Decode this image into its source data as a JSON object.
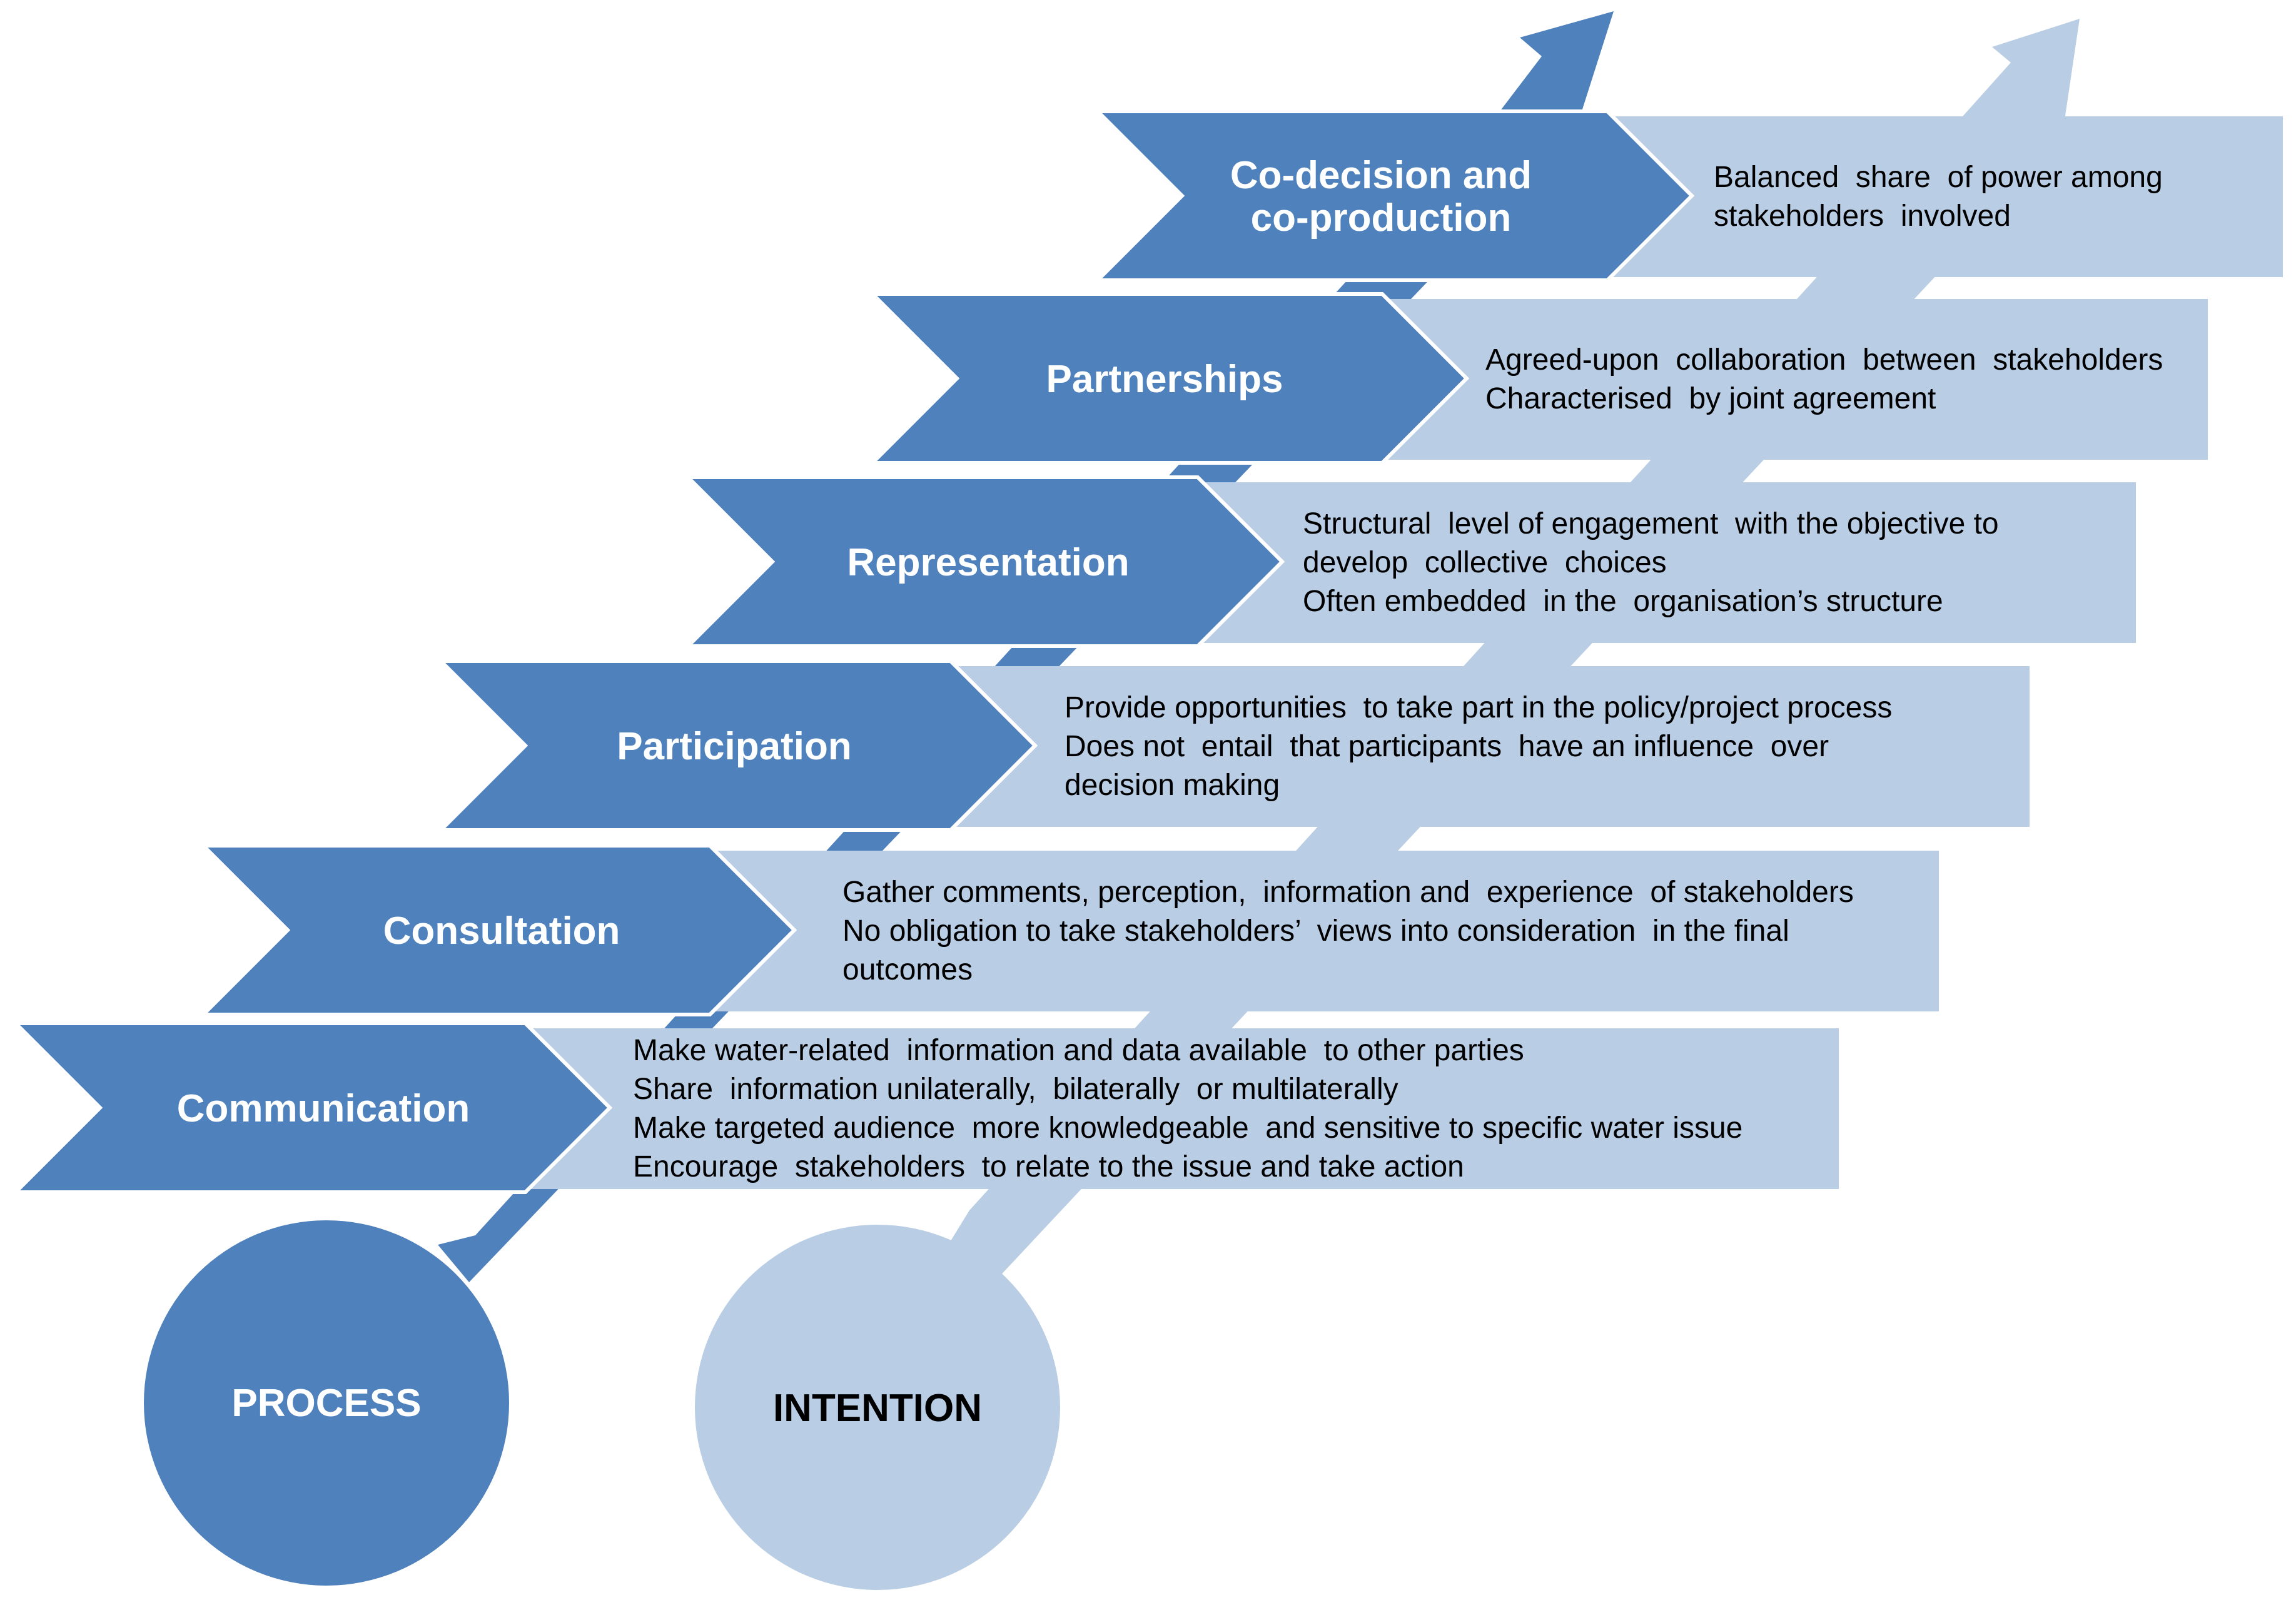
{
  "colors": {
    "process": "#4f81bd",
    "intention": "#b9cde5",
    "process_text": "#ffffff",
    "intention_text": "#000000"
  },
  "steps": [
    {
      "id": "communication",
      "process": [
        "Communication"
      ],
      "intention": [
        "Make water-related  information and data available  to other parties",
        "Share  information unilaterally,  bilaterally  or multilaterally",
        "Make targeted audience  more knowledgeable  and sensitive to specific water issue",
        "Encourage  stakeholders  to relate to the issue and take action"
      ]
    },
    {
      "id": "consultation",
      "process": [
        "Consultation"
      ],
      "intention": [
        "Gather comments, perception,  information and  experience  of stakeholders",
        "No obligation to take stakeholders’  views into consideration  in the final",
        "outcomes"
      ]
    },
    {
      "id": "participation",
      "process": [
        "Participation"
      ],
      "intention": [
        "Provide opportunities  to take part in the policy/project process",
        "Does not  entail  that participants  have an influence  over",
        "decision making"
      ]
    },
    {
      "id": "representation",
      "process": [
        "Representation"
      ],
      "intention": [
        "Structural  level of engagement  with the objective to",
        "develop  collective  choices",
        "Often embedded  in the  organisation’s structure"
      ]
    },
    {
      "id": "partnerships",
      "process": [
        "Partnerships"
      ],
      "intention": [
        "Agreed-upon  collaboration  between  stakeholders",
        "Characterised  by joint agreement"
      ]
    },
    {
      "id": "co-decision",
      "process": [
        "Co-decision and",
        "co-production"
      ],
      "intention": [
        "Balanced  share  of power among",
        "stakeholders  involved"
      ]
    }
  ],
  "circles": {
    "process_label": "PROCESS",
    "intention_label": "INTENTION"
  },
  "arrows": {
    "process_arrow": "arrow-up-right-icon",
    "intention_arrow": "arrow-up-right-icon"
  }
}
